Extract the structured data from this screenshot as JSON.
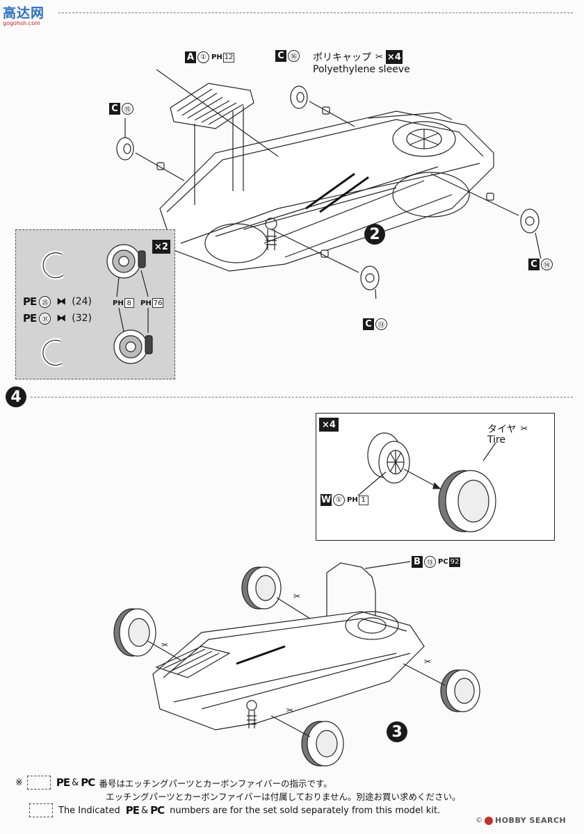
{
  "header": {
    "logo_text": "高达网",
    "logo_sub": "gogohsh.com"
  },
  "step2": {
    "number": "2",
    "parts": {
      "a1": {
        "letter": "A",
        "num": "①",
        "ph_label": "PH",
        "ph_num": "12"
      },
      "c16": {
        "letter": "C",
        "num": "⑯"
      },
      "c15": {
        "letter": "C",
        "num": "⑮"
      },
      "c14": {
        "letter": "C",
        "num": "⑭"
      },
      "c13": {
        "letter": "C",
        "num": "⑬"
      }
    },
    "sleeve_jp": "ポリキャップ",
    "sleeve_en": "Polyethylene sleeve",
    "sleeve_qty": "×4",
    "inset": {
      "qty": "×2",
      "row1": {
        "pe": "PE",
        "num": "㉕",
        "alt": "(24)"
      },
      "row2": {
        "pe": "PE",
        "num": "㉛",
        "alt": "(32)"
      },
      "ph_a": {
        "label": "PH",
        "num": "8"
      },
      "ph_b": {
        "label": "PH",
        "num": "76"
      }
    }
  },
  "step4": {
    "number": "4",
    "tire_box": {
      "qty": "×4",
      "tire_jp": "タイヤ",
      "tire_en": "Tire",
      "wheel": {
        "letter": "W",
        "num": "①",
        "ph_label": "PH",
        "ph_num": "1"
      }
    },
    "b13": {
      "letter": "B",
      "num": "⑬",
      "pc_label": "PC",
      "pc_num": "92"
    }
  },
  "step3": {
    "number": "3"
  },
  "footnote": {
    "mark": "※",
    "jp_line1_pre": "PE",
    "jp_line1_amp": "&",
    "jp_line1_pc": "PC",
    "jp_line1_text": "番号はエッチングパーツとカーボンファイバーの指示です。",
    "jp_line2": "エッチングパーツとカーボンファイバーは付属しておりません。別途お買い求めください。",
    "en_pre": "The Indicated",
    "en_pe": "PE",
    "en_amp": "&",
    "en_pc": "PC",
    "en_text": "numbers are for the set sold separately from this model kit."
  },
  "watermark": "HOBBY SEARCH",
  "copyright": "©"
}
